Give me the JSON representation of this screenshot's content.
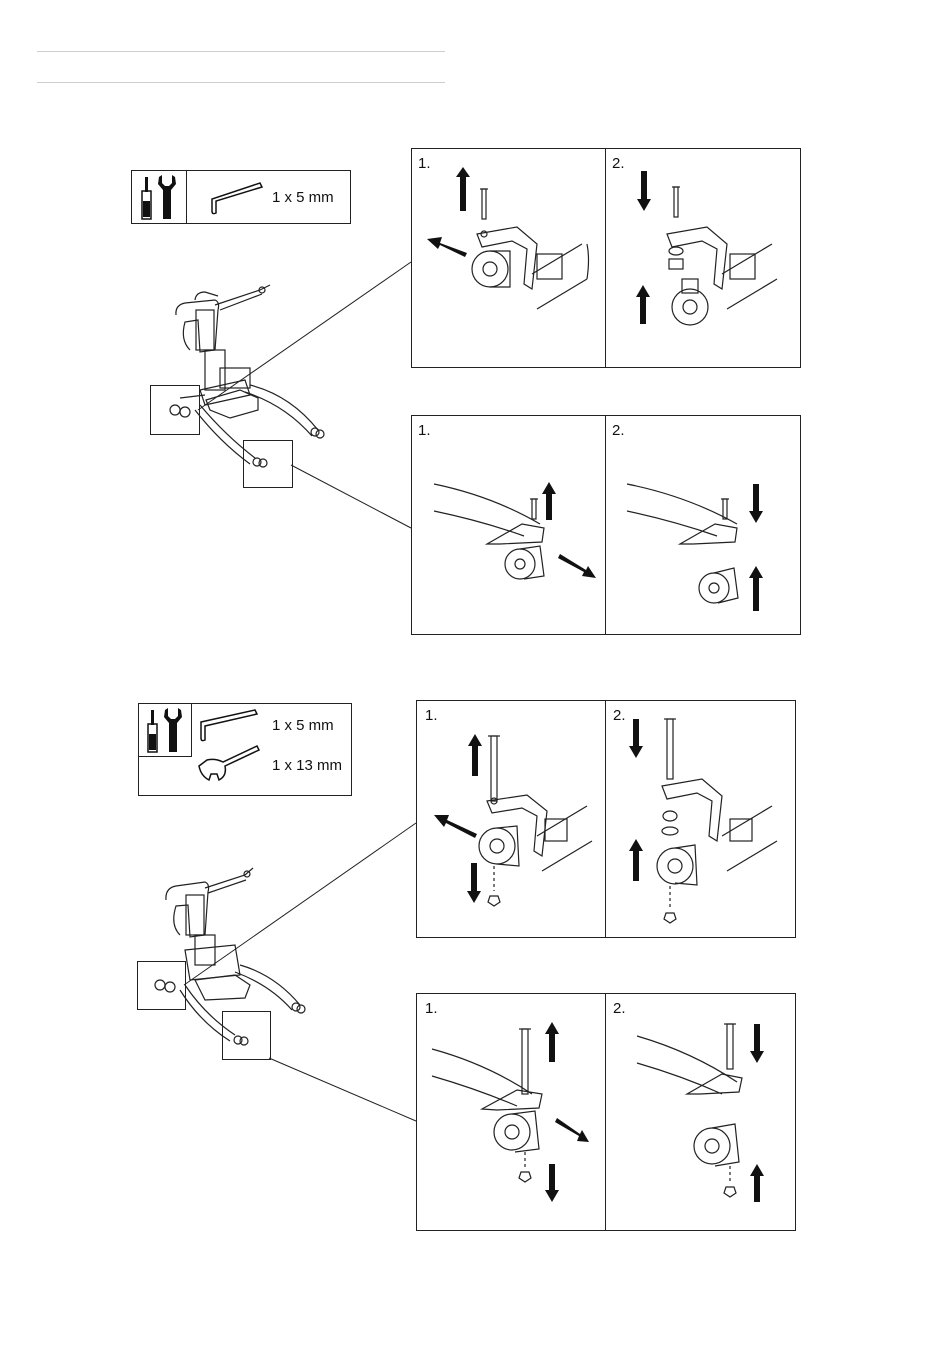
{
  "section_a": {
    "toolbox": {
      "tool_1": "1 x 5 mm",
      "tool_1_icon": "hex-key-icon",
      "category_icon": "screwdriver-wrench-icon"
    },
    "front_panel": {
      "step_1": "1.",
      "step_2": "2."
    },
    "rear_panel": {
      "step_1": "1.",
      "step_2": "2."
    }
  },
  "section_b": {
    "toolbox": {
      "tool_1": "1 x 5 mm",
      "tool_2": "1 x 13 mm",
      "tool_1_icon": "hex-key-icon",
      "tool_2_icon": "open-wrench-icon",
      "category_icon": "screwdriver-wrench-icon"
    },
    "front_panel": {
      "step_1": "1.",
      "step_2": "2."
    },
    "rear_panel": {
      "step_1": "1.",
      "step_2": "2."
    }
  }
}
